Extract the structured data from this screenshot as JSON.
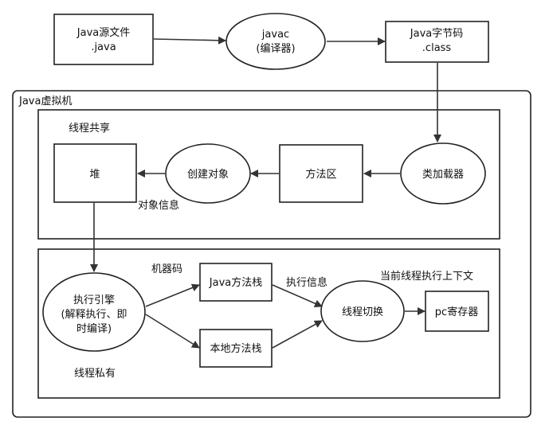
{
  "nodes": {
    "java_source": {
      "line1": "Java源文件",
      "line2": ".java"
    },
    "javac": {
      "line1": "javac",
      "line2": "(编译器)"
    },
    "bytecode": {
      "line1": "Java字节码",
      "line2": ".class"
    },
    "class_loader": {
      "label": "类加载器"
    },
    "method_area": {
      "label": "方法区"
    },
    "create_object": {
      "label": "创建对象"
    },
    "heap": {
      "label": "堆"
    },
    "exec_engine": {
      "line1": "执行引擎",
      "line2": "(解释执行、即",
      "line3": "时编译)"
    },
    "java_stack": {
      "label": "Java方法栈"
    },
    "native_stack": {
      "label": "本地方法栈"
    },
    "thread_switch": {
      "label": "线程切换"
    },
    "pc_register": {
      "label": "pc寄存器"
    }
  },
  "regions": {
    "jvm": "Java虚拟机",
    "shared": "线程共享",
    "private": "线程私有"
  },
  "edge_labels": {
    "object_info": "对象信息",
    "machine_code": "机器码",
    "exec_info": "执行信息",
    "thread_context": "当前线程执行上下文"
  }
}
